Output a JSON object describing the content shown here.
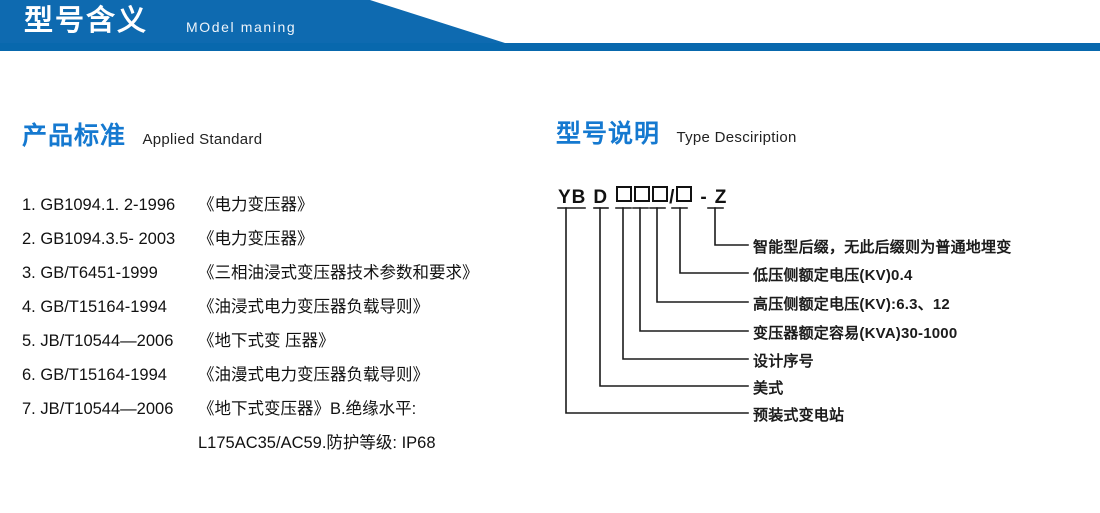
{
  "header": {
    "title_cn": "型号含义",
    "title_en": "MOdel maning",
    "banner_color": "#0e6ab0",
    "accent_color": "#1579d0"
  },
  "left_section": {
    "heading_cn": "产品标准",
    "heading_en": "Applied Standard",
    "items": [
      {
        "num": "1.",
        "code": "GB1094.1. 2-1996",
        "name": "《电力变压器》"
      },
      {
        "num": "2.",
        "code": "GB1094.3.5- 2003",
        "name": "《电力变压器》"
      },
      {
        "num": "3.",
        "code": "GB/T6451-1999",
        "name": "《三相油浸式变压器技术参数和要求》"
      },
      {
        "num": "4.",
        "code": "GB/T15164-1994",
        "name": "《油浸式电力变压器负载导则》"
      },
      {
        "num": "5.",
        "code": "JB/T10544—2006",
        "name": "《地下式变 压器》"
      },
      {
        "num": "6.",
        "code": "GB/T15164-1994",
        "name": "《油漫式电力变压器负载导则》"
      },
      {
        "num": "7.",
        "code": "JB/T10544—2006",
        "name": "《地下式变压器》B.绝缘水平:"
      }
    ],
    "continuation": "L175AC35/AC59.防护等级: IP68"
  },
  "right_section": {
    "heading_cn": "型号说明",
    "heading_en": "Type Desciription",
    "code": {
      "seg1": "YB",
      "seg2": "D",
      "box1": "□",
      "box2": "□",
      "box3": "□",
      "slash": "/",
      "box4": "□",
      "dash": "-",
      "seg3": "Z"
    },
    "callouts": [
      "智能型后缀，无此后缀则为普通地埋变",
      "低压侧额定电压(KV)0.4",
      "高压侧额定电压(KV):6.3、12",
      "变压器额定容易(KVA)30-1000",
      "设计序号",
      "美式",
      "预装式变电站"
    ]
  }
}
